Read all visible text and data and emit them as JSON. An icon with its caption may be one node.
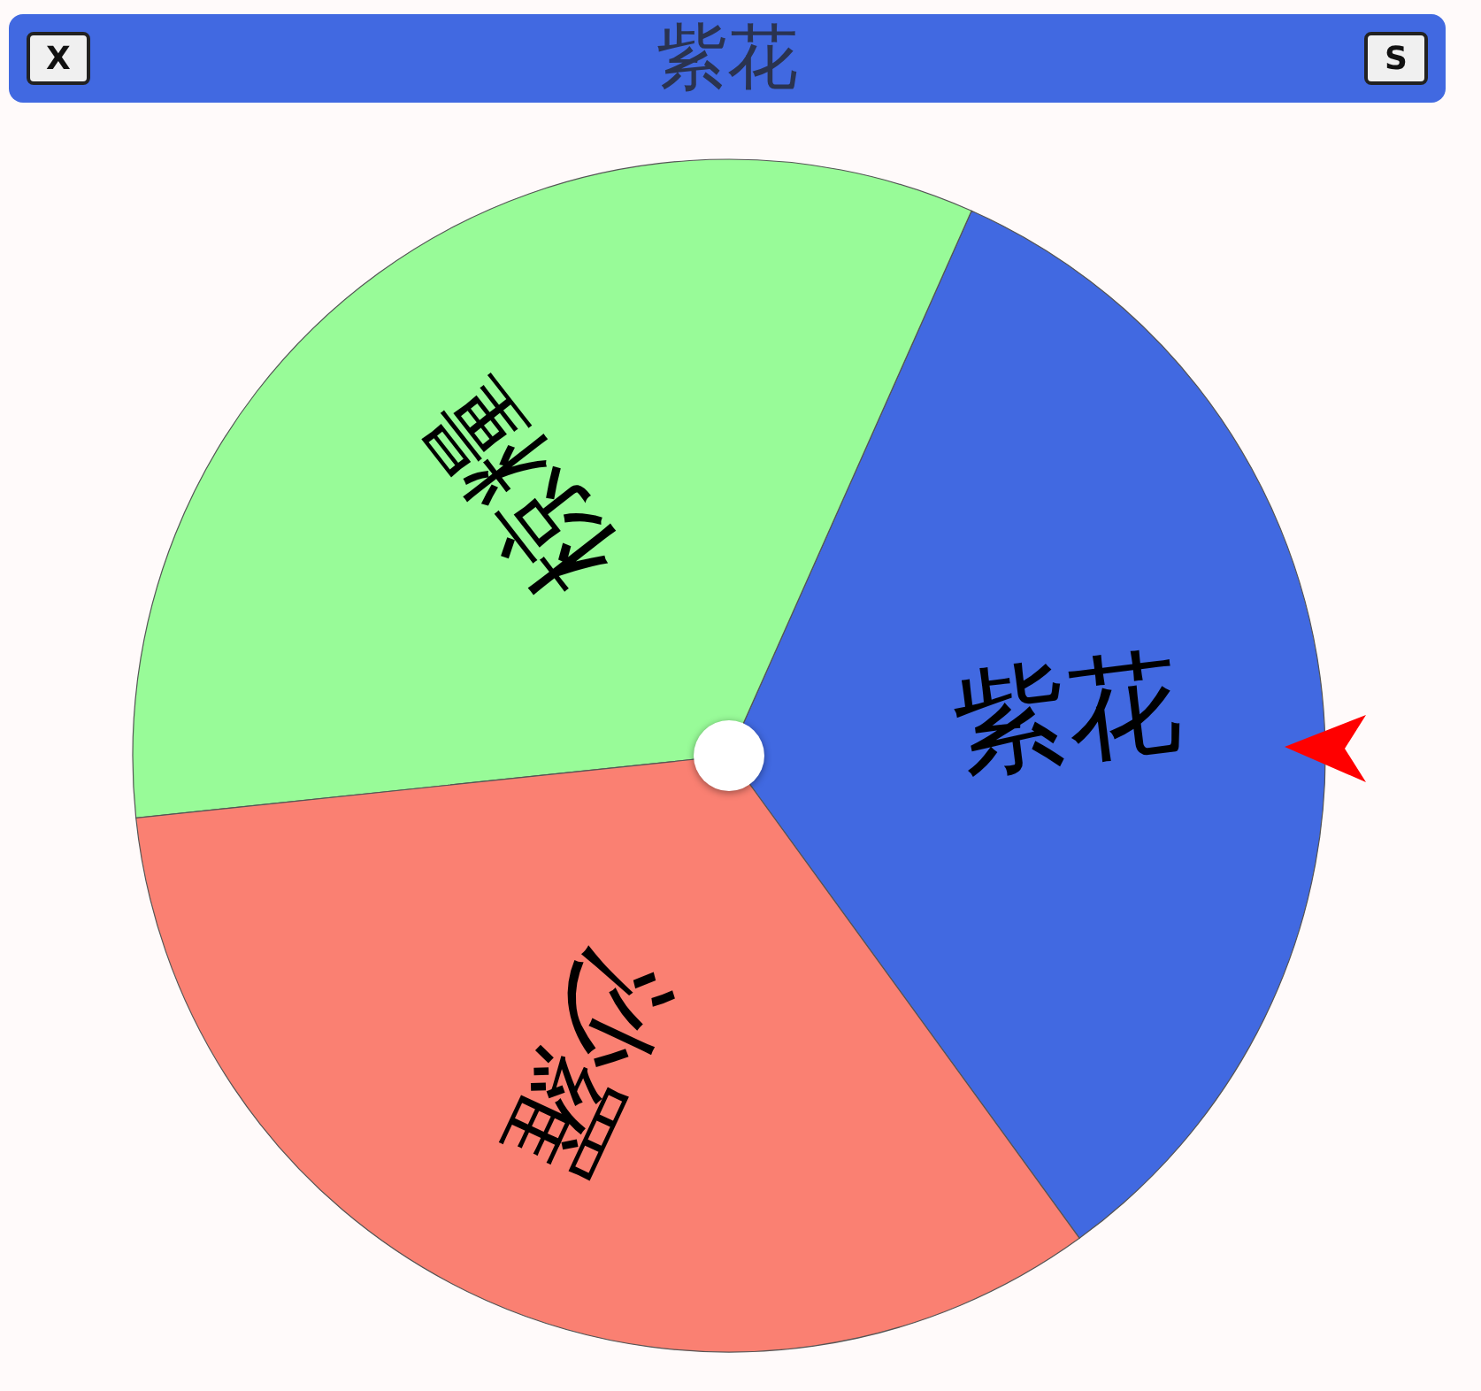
{
  "diagram": {
    "title": "紫花",
    "nodes": [
      {
        "text": [
          "紫花"
        ]
      },
      {
        "text": [
          "椋糧"
        ]
      },
      {
        "text": [
          "沙羅"
        ]
      }
    ],
    "labels": [
      "X",
      "S"
    ]
  }
}
